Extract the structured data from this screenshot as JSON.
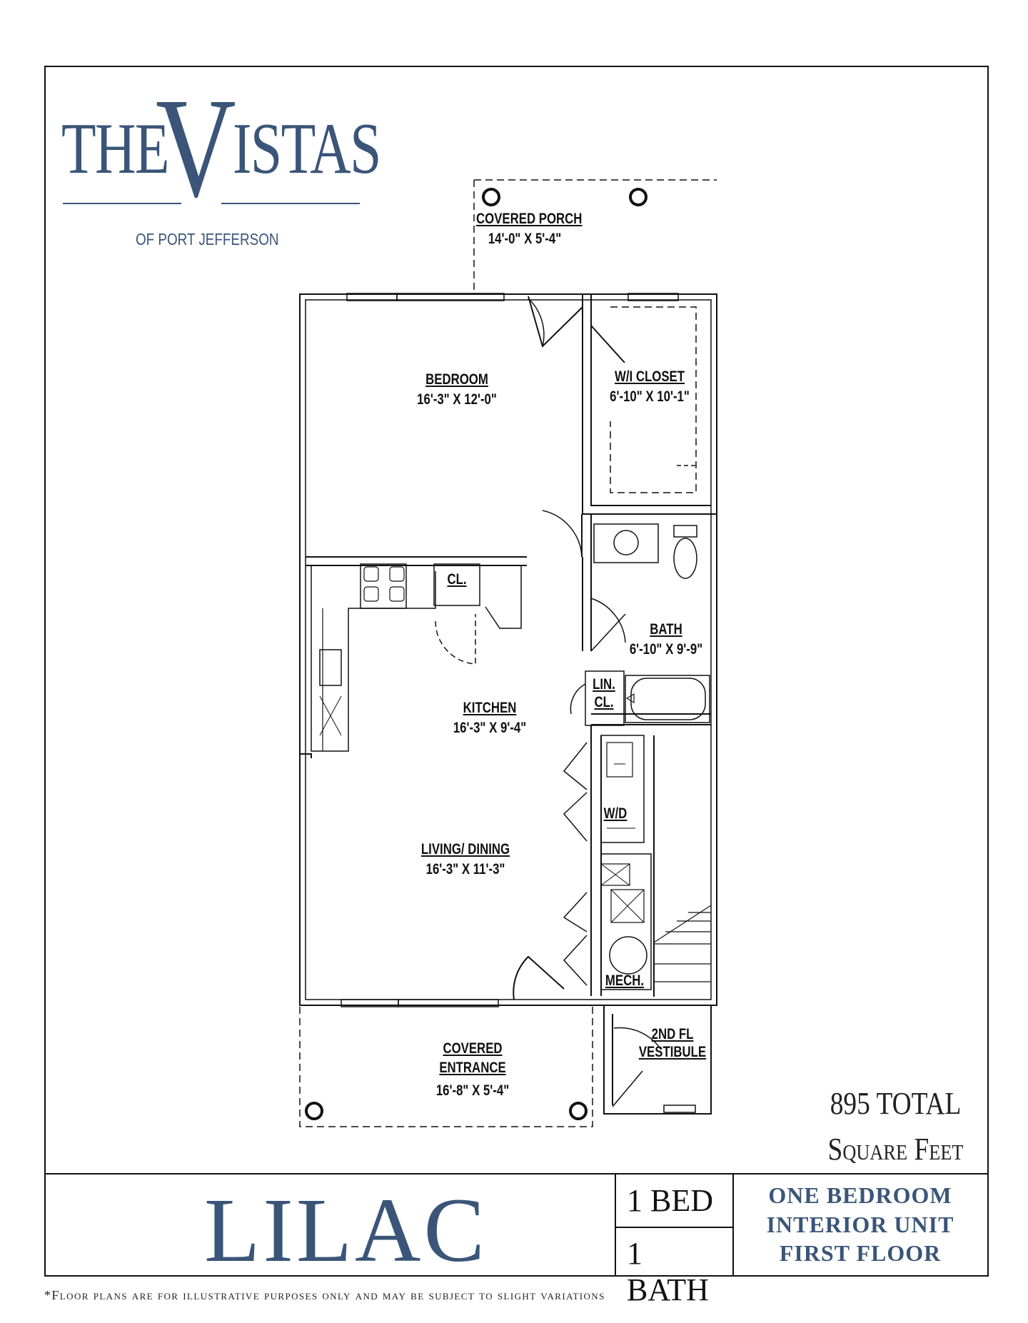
{
  "logo": {
    "the": "THE",
    "v": "V",
    "istas": "ISTAS",
    "subtitle": "OF PORT JEFFERSON"
  },
  "rooms": {
    "porch": {
      "name": "COVERED PORCH",
      "dims": "14'-0\" X 5'-4\""
    },
    "bedroom": {
      "name": "BEDROOM",
      "dims": "16'-3\" X 12'-0\""
    },
    "closet": {
      "name": "W/I CLOSET",
      "dims": "6'-10\" X 10'-1\""
    },
    "cl": {
      "name": "CL."
    },
    "bath": {
      "name": "BATH",
      "dims": "6'-10\" X 9'-9\""
    },
    "lincl": {
      "line1": "LIN.",
      "line2": "CL."
    },
    "kitchen": {
      "name": "KITCHEN",
      "dims": "16'-3\" X 9'-4\""
    },
    "wd": {
      "name": "W/D"
    },
    "living": {
      "name": "LIVING/ DINING",
      "dims": "16'-3\" X 11'-3\""
    },
    "mech": {
      "name": "MECH."
    },
    "vestibule": {
      "line1": "2ND FL",
      "line2": "VESTIBULE"
    },
    "entrance": {
      "line1": "COVERED",
      "line2": "ENTRANCE",
      "dims": "16'-8\"  X 5'-4\""
    }
  },
  "total": {
    "line1": "895 TOTAL",
    "line2": "Square Feet"
  },
  "unit": {
    "name": "LILAC",
    "beds": "1 BED",
    "baths": "1 BATH",
    "desc_line1": "ONE BEDROOM",
    "desc_line2": "INTERIOR UNIT",
    "desc_line3": "FIRST FLOOR"
  },
  "disclaimer": "*Floor plans are for illustrative purposes only and may be subject to slight variations",
  "colors": {
    "brand": "#3a5578",
    "ink": "#111111"
  }
}
